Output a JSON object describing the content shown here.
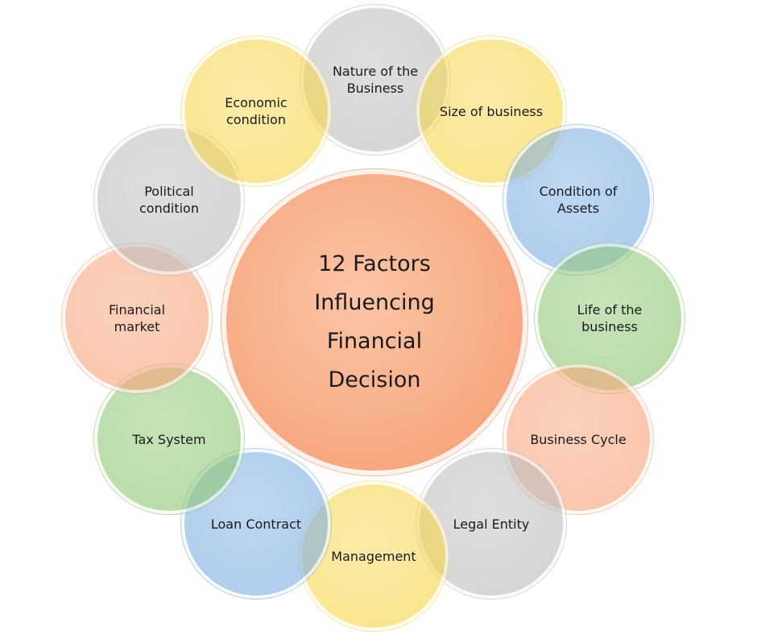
{
  "center": {
    "title": "12 Factors\nInfluencing\nFinancial\nDecision",
    "color": "#f7a47a"
  },
  "factors": [
    {
      "label": "Nature of the\nBusiness",
      "color": "#bdbdbd"
    },
    {
      "label": "Size of business",
      "color": "#f6d74e"
    },
    {
      "label": "Condition of\nAssets",
      "color": "#7eaee3"
    },
    {
      "label": "Life of the\nbusiness",
      "color": "#8fc774"
    },
    {
      "label": "Business Cycle",
      "color": "#f7a47a"
    },
    {
      "label": "Legal Entity",
      "color": "#bdbdbd"
    },
    {
      "label": "Management",
      "color": "#f6d74e"
    },
    {
      "label": "Loan Contract",
      "color": "#7eaee3"
    },
    {
      "label": "Tax System",
      "color": "#8fc774"
    },
    {
      "label": "Financial\nmarket",
      "color": "#f7a47a"
    },
    {
      "label": "Political\ncondition",
      "color": "#bdbdbd"
    },
    {
      "label": "Economic\ncondition",
      "color": "#f6d74e"
    }
  ]
}
